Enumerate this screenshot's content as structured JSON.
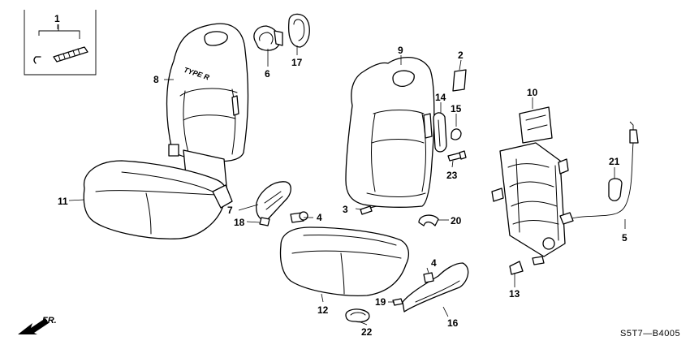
{
  "diagram_code": "S5T7—B4005",
  "direction_label": "FR.",
  "emblem_text": "TYPE R",
  "callouts": {
    "p1": "1",
    "p2": "2",
    "p3": "3",
    "p4a": "4",
    "p4b": "4",
    "p5": "5",
    "p6": "6",
    "p7": "7",
    "p8": "8",
    "p9": "9",
    "p10": "10",
    "p11": "11",
    "p12": "12",
    "p13": "13",
    "p14": "14",
    "p15": "15",
    "p16": "16",
    "p17": "17",
    "p18": "18",
    "p19": "19",
    "p20": "20",
    "p21": "21",
    "p22": "22",
    "p23": "23"
  }
}
